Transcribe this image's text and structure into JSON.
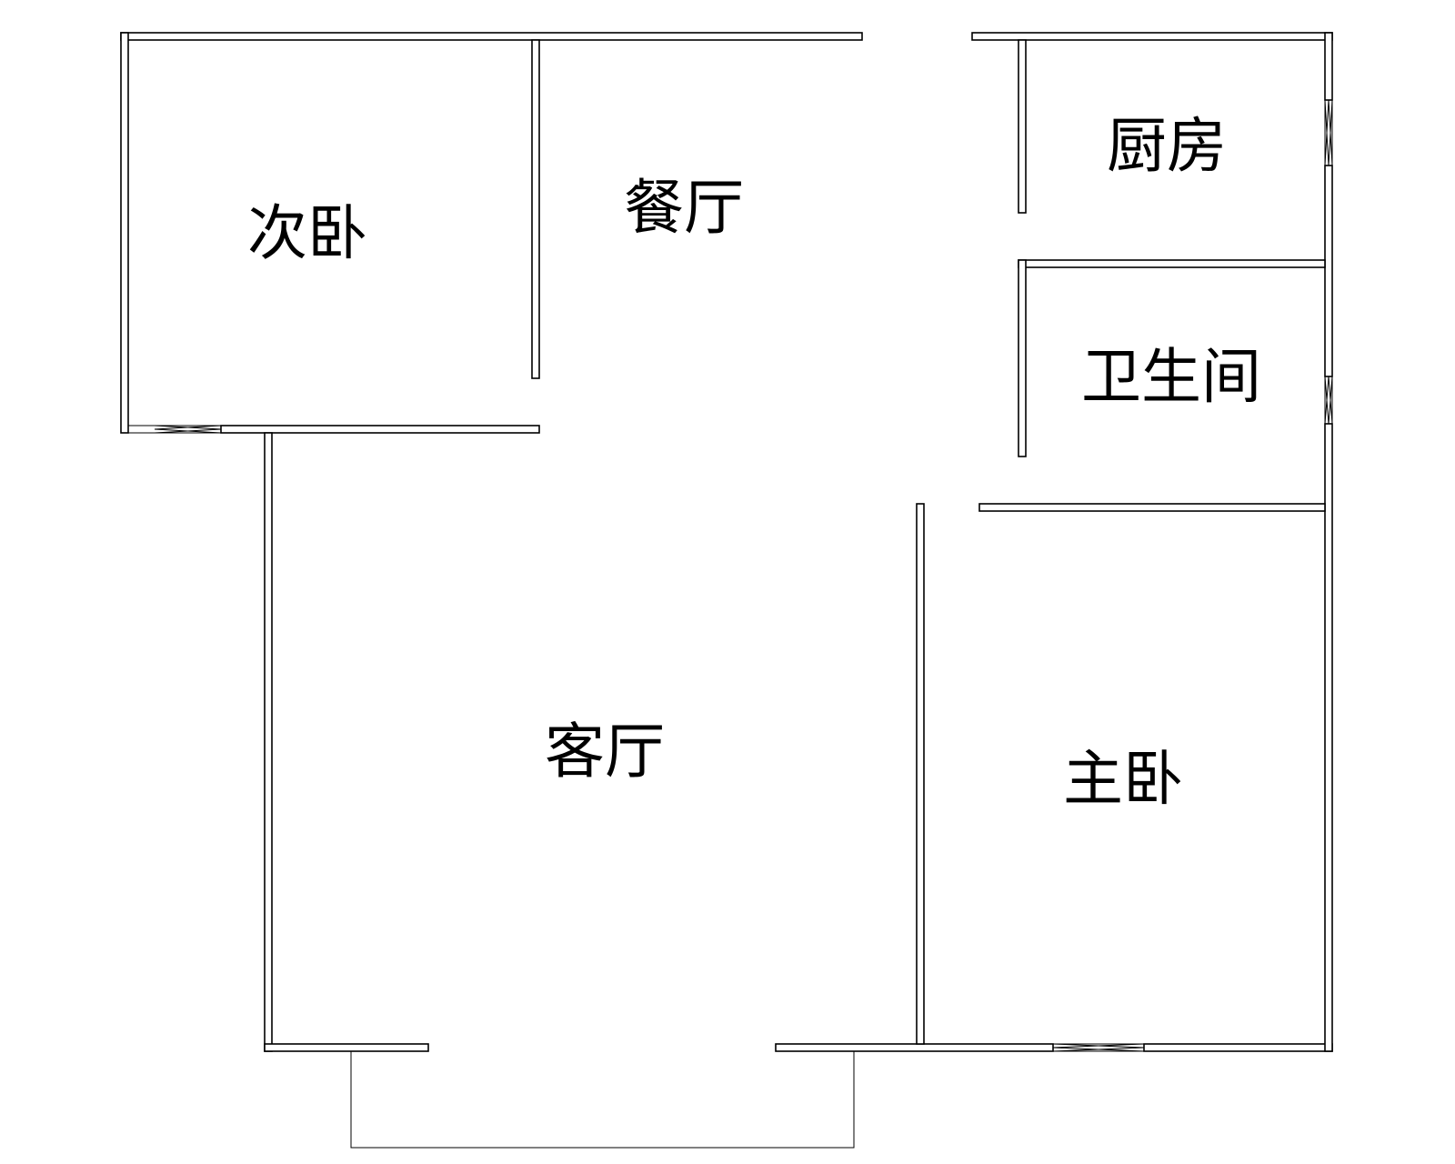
{
  "colors": {
    "wall": "#000000",
    "background": "#ffffff"
  },
  "rooms": {
    "second_bedroom": "次卧",
    "dining": "餐厅",
    "kitchen": "厨房",
    "bathroom": "卫生间",
    "living": "客厅",
    "master_bedroom": "主卧"
  }
}
